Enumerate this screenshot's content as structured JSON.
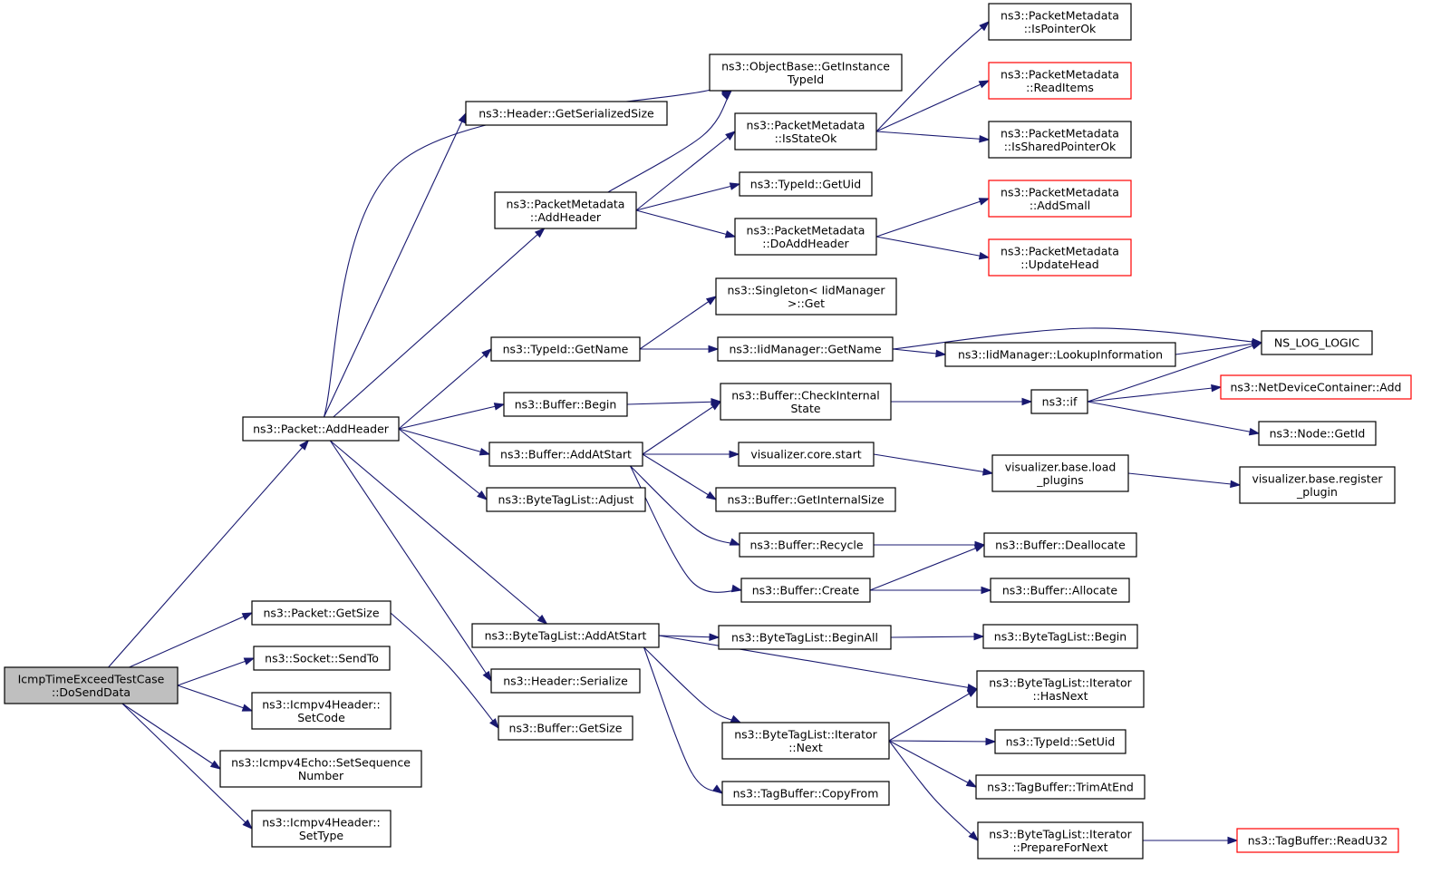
{
  "colors": {
    "edge": "#191970",
    "border_normal": "#000000",
    "border_truncated": "#ff0000",
    "root_fill": "#bfbfbf",
    "node_fill": "#ffffff"
  },
  "nodes": [
    {
      "id": "root",
      "lines": [
        "IcmpTimeExceedTestCase",
        "::DoSendData"
      ],
      "style": "root"
    },
    {
      "id": "pkt_addheader",
      "lines": [
        "ns3::Packet::AddHeader"
      ],
      "style": "normal"
    },
    {
      "id": "pkt_getsize",
      "lines": [
        "ns3::Packet::GetSize"
      ],
      "style": "normal"
    },
    {
      "id": "sock_sendto",
      "lines": [
        "ns3::Socket::SendTo"
      ],
      "style": "normal"
    },
    {
      "id": "icmp_setcode",
      "lines": [
        "ns3::Icmpv4Header::",
        "SetCode"
      ],
      "style": "normal"
    },
    {
      "id": "icmp_setseq",
      "lines": [
        "ns3::Icmpv4Echo::SetSequence",
        "Number"
      ],
      "style": "normal"
    },
    {
      "id": "icmp_settype",
      "lines": [
        "ns3::Icmpv4Header::",
        "SetType"
      ],
      "style": "normal"
    },
    {
      "id": "hdr_getser",
      "lines": [
        "ns3::Header::GetSerializedSize"
      ],
      "style": "normal"
    },
    {
      "id": "objbase_getinst",
      "lines": [
        "ns3::ObjectBase::GetInstance",
        "TypeId"
      ],
      "style": "normal"
    },
    {
      "id": "pm_addheader",
      "lines": [
        "ns3::PacketMetadata",
        "::AddHeader"
      ],
      "style": "normal"
    },
    {
      "id": "typeid_getname",
      "lines": [
        "ns3::TypeId::GetName"
      ],
      "style": "normal"
    },
    {
      "id": "buf_begin",
      "lines": [
        "ns3::Buffer::Begin"
      ],
      "style": "normal"
    },
    {
      "id": "buf_addatstart",
      "lines": [
        "ns3::Buffer::AddAtStart"
      ],
      "style": "normal"
    },
    {
      "id": "btl_adjust",
      "lines": [
        "ns3::ByteTagList::Adjust"
      ],
      "style": "normal"
    },
    {
      "id": "btl_addatstart",
      "lines": [
        "ns3::ByteTagList::AddAtStart"
      ],
      "style": "normal"
    },
    {
      "id": "hdr_serialize",
      "lines": [
        "ns3::Header::Serialize"
      ],
      "style": "normal"
    },
    {
      "id": "buf_getsize",
      "lines": [
        "ns3::Buffer::GetSize"
      ],
      "style": "normal"
    },
    {
      "id": "pm_isstateok",
      "lines": [
        "ns3::PacketMetadata",
        "::IsStateOk"
      ],
      "style": "normal"
    },
    {
      "id": "typeid_getuid",
      "lines": [
        "ns3::TypeId::GetUid"
      ],
      "style": "normal"
    },
    {
      "id": "pm_doaddheader",
      "lines": [
        "ns3::PacketMetadata",
        "::DoAddHeader"
      ],
      "style": "normal"
    },
    {
      "id": "singleton_get",
      "lines": [
        "ns3::Singleton< IidManager",
        ">::Get"
      ],
      "style": "normal"
    },
    {
      "id": "iid_getname",
      "lines": [
        "ns3::IidManager::GetName"
      ],
      "style": "normal"
    },
    {
      "id": "buf_checkinternal",
      "lines": [
        "ns3::Buffer::CheckInternal",
        "State"
      ],
      "style": "normal"
    },
    {
      "id": "viz_core_start",
      "lines": [
        "visualizer.core.start"
      ],
      "style": "normal"
    },
    {
      "id": "buf_getinternalsize",
      "lines": [
        "ns3::Buffer::GetInternalSize"
      ],
      "style": "normal"
    },
    {
      "id": "buf_recycle",
      "lines": [
        "ns3::Buffer::Recycle"
      ],
      "style": "normal"
    },
    {
      "id": "buf_create",
      "lines": [
        "ns3::Buffer::Create"
      ],
      "style": "normal"
    },
    {
      "id": "btl_beginall",
      "lines": [
        "ns3::ByteTagList::BeginAll"
      ],
      "style": "normal"
    },
    {
      "id": "btl_it_next",
      "lines": [
        "ns3::ByteTagList::Iterator",
        "::Next"
      ],
      "style": "normal"
    },
    {
      "id": "tb_copyfrom",
      "lines": [
        "ns3::TagBuffer::CopyFrom"
      ],
      "style": "normal"
    },
    {
      "id": "pm_ispointerok",
      "lines": [
        "ns3::PacketMetadata",
        "::IsPointerOk"
      ],
      "style": "normal"
    },
    {
      "id": "pm_readitems",
      "lines": [
        "ns3::PacketMetadata",
        "::ReadItems"
      ],
      "style": "truncated"
    },
    {
      "id": "pm_issharedpointerok",
      "lines": [
        "ns3::PacketMetadata",
        "::IsSharedPointerOk"
      ],
      "style": "normal"
    },
    {
      "id": "pm_addsmall",
      "lines": [
        "ns3::PacketMetadata",
        "::AddSmall"
      ],
      "style": "truncated"
    },
    {
      "id": "pm_updatehead",
      "lines": [
        "ns3::PacketMetadata",
        "::UpdateHead"
      ],
      "style": "truncated"
    },
    {
      "id": "iid_lookupinfo",
      "lines": [
        "ns3::IidManager::LookupInformation"
      ],
      "style": "normal"
    },
    {
      "id": "ns3_if",
      "lines": [
        "ns3::if"
      ],
      "style": "normal"
    },
    {
      "id": "viz_base_load",
      "lines": [
        "visualizer.base.load",
        "_plugins"
      ],
      "style": "normal"
    },
    {
      "id": "buf_deallocate",
      "lines": [
        "ns3::Buffer::Deallocate"
      ],
      "style": "normal"
    },
    {
      "id": "buf_allocate",
      "lines": [
        "ns3::Buffer::Allocate"
      ],
      "style": "normal"
    },
    {
      "id": "btl_begin",
      "lines": [
        "ns3::ByteTagList::Begin"
      ],
      "style": "normal"
    },
    {
      "id": "btl_it_hasnext",
      "lines": [
        "ns3::ByteTagList::Iterator",
        "::HasNext"
      ],
      "style": "normal"
    },
    {
      "id": "typeid_setuid",
      "lines": [
        "ns3::TypeId::SetUid"
      ],
      "style": "normal"
    },
    {
      "id": "tb_trimatend",
      "lines": [
        "ns3::TagBuffer::TrimAtEnd"
      ],
      "style": "normal"
    },
    {
      "id": "btl_it_preparefornext",
      "lines": [
        "ns3::ByteTagList::Iterator",
        "::PrepareForNext"
      ],
      "style": "normal"
    },
    {
      "id": "ns_log_logic",
      "lines": [
        "NS_LOG_LOGIC"
      ],
      "style": "normal"
    },
    {
      "id": "ndc_add",
      "lines": [
        "ns3::NetDeviceContainer::Add"
      ],
      "style": "truncated"
    },
    {
      "id": "node_getid",
      "lines": [
        "ns3::Node::GetId"
      ],
      "style": "normal"
    },
    {
      "id": "viz_base_register",
      "lines": [
        "visualizer.base.register",
        "_plugin"
      ],
      "style": "normal"
    },
    {
      "id": "tb_readu32",
      "lines": [
        "ns3::TagBuffer::ReadU32"
      ],
      "style": "truncated"
    }
  ],
  "edges": [
    [
      "root",
      "pkt_addheader"
    ],
    [
      "root",
      "pkt_getsize"
    ],
    [
      "root",
      "sock_sendto"
    ],
    [
      "root",
      "icmp_setcode"
    ],
    [
      "root",
      "icmp_setseq"
    ],
    [
      "root",
      "icmp_settype"
    ],
    [
      "pkt_addheader",
      "hdr_getser"
    ],
    [
      "pkt_addheader",
      "objbase_getinst"
    ],
    [
      "pkt_addheader",
      "pm_addheader"
    ],
    [
      "pkt_addheader",
      "typeid_getname"
    ],
    [
      "pkt_addheader",
      "buf_begin"
    ],
    [
      "pkt_addheader",
      "buf_addatstart"
    ],
    [
      "pkt_addheader",
      "btl_adjust"
    ],
    [
      "pkt_addheader",
      "btl_addatstart"
    ],
    [
      "pkt_addheader",
      "hdr_serialize"
    ],
    [
      "pkt_getsize",
      "buf_getsize"
    ],
    [
      "pm_addheader",
      "objbase_getinst"
    ],
    [
      "pm_addheader",
      "pm_isstateok"
    ],
    [
      "pm_addheader",
      "typeid_getuid"
    ],
    [
      "pm_addheader",
      "pm_doaddheader"
    ],
    [
      "typeid_getname",
      "singleton_get"
    ],
    [
      "typeid_getname",
      "iid_getname"
    ],
    [
      "buf_begin",
      "buf_checkinternal"
    ],
    [
      "buf_addatstart",
      "buf_checkinternal"
    ],
    [
      "buf_addatstart",
      "viz_core_start"
    ],
    [
      "buf_addatstart",
      "buf_getinternalsize"
    ],
    [
      "buf_addatstart",
      "buf_recycle"
    ],
    [
      "buf_addatstart",
      "buf_create"
    ],
    [
      "btl_addatstart",
      "btl_beginall"
    ],
    [
      "btl_addatstart",
      "btl_it_hasnext"
    ],
    [
      "btl_addatstart",
      "btl_it_next"
    ],
    [
      "btl_addatstart",
      "tb_copyfrom"
    ],
    [
      "pm_isstateok",
      "pm_ispointerok"
    ],
    [
      "pm_isstateok",
      "pm_readitems"
    ],
    [
      "pm_isstateok",
      "pm_issharedpointerok"
    ],
    [
      "pm_doaddheader",
      "pm_addsmall"
    ],
    [
      "pm_doaddheader",
      "pm_updatehead"
    ],
    [
      "iid_getname",
      "ns_log_logic"
    ],
    [
      "iid_getname",
      "iid_lookupinfo"
    ],
    [
      "iid_lookupinfo",
      "ns_log_logic"
    ],
    [
      "buf_checkinternal",
      "ns3_if"
    ],
    [
      "ns3_if",
      "ns_log_logic"
    ],
    [
      "ns3_if",
      "ndc_add"
    ],
    [
      "ns3_if",
      "node_getid"
    ],
    [
      "viz_core_start",
      "viz_base_load"
    ],
    [
      "viz_base_load",
      "viz_base_register"
    ],
    [
      "buf_recycle",
      "buf_deallocate"
    ],
    [
      "buf_create",
      "buf_deallocate"
    ],
    [
      "buf_create",
      "buf_allocate"
    ],
    [
      "btl_beginall",
      "btl_begin"
    ],
    [
      "btl_it_next",
      "btl_it_hasnext"
    ],
    [
      "btl_it_next",
      "typeid_setuid"
    ],
    [
      "btl_it_next",
      "tb_trimatend"
    ],
    [
      "btl_it_next",
      "btl_it_preparefornext"
    ],
    [
      "btl_it_preparefornext",
      "tb_readu32"
    ]
  ]
}
